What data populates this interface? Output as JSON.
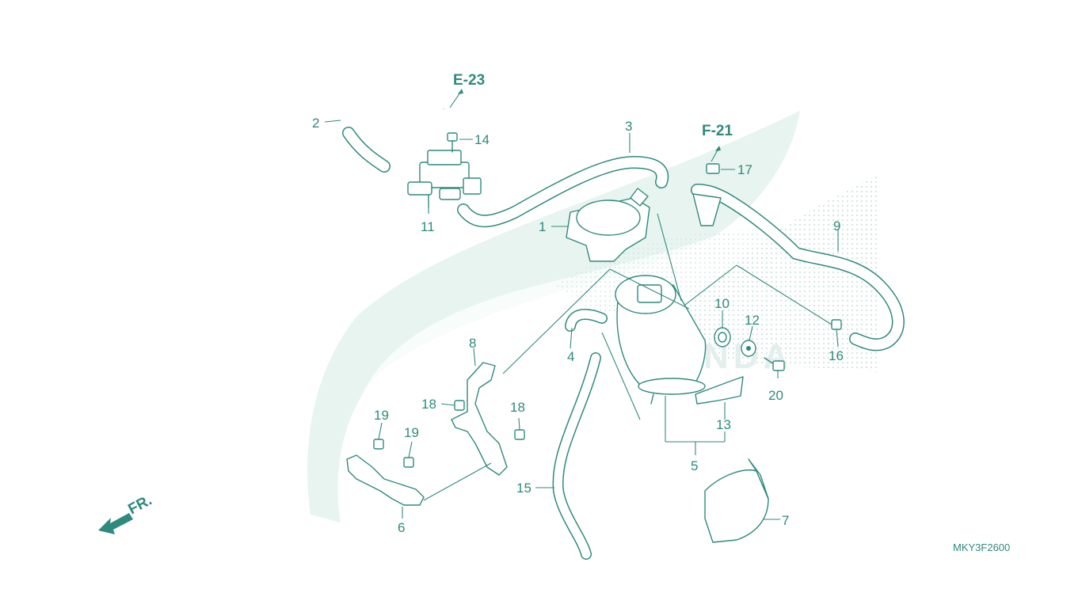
{
  "diagram": {
    "references": [
      {
        "id": "ref-e23",
        "label": "E-23"
      },
      {
        "id": "ref-f21",
        "label": "F-21"
      }
    ],
    "callouts": [
      {
        "id": "c1",
        "label": "1"
      },
      {
        "id": "c2",
        "label": "2"
      },
      {
        "id": "c3",
        "label": "3"
      },
      {
        "id": "c4",
        "label": "4"
      },
      {
        "id": "c5",
        "label": "5"
      },
      {
        "id": "c6",
        "label": "6"
      },
      {
        "id": "c7",
        "label": "7"
      },
      {
        "id": "c8",
        "label": "8"
      },
      {
        "id": "c9",
        "label": "9"
      },
      {
        "id": "c10",
        "label": "10"
      },
      {
        "id": "c11",
        "label": "11"
      },
      {
        "id": "c12",
        "label": "12"
      },
      {
        "id": "c13",
        "label": "13"
      },
      {
        "id": "c14",
        "label": "14"
      },
      {
        "id": "c15",
        "label": "15"
      },
      {
        "id": "c16",
        "label": "16"
      },
      {
        "id": "c17",
        "label": "17"
      },
      {
        "id": "c18a",
        "label": "18"
      },
      {
        "id": "c18b",
        "label": "18"
      },
      {
        "id": "c19a",
        "label": "19"
      },
      {
        "id": "c19b",
        "label": "19"
      },
      {
        "id": "c20",
        "label": "20"
      }
    ],
    "front_arrow_label": "FR.",
    "diagram_code": "MKY3F2600",
    "colors": {
      "line": "#2f8a7d",
      "watermark": "#e7f3ef"
    },
    "icons": [
      "wing-logo-watermark",
      "front-direction-arrow"
    ]
  }
}
